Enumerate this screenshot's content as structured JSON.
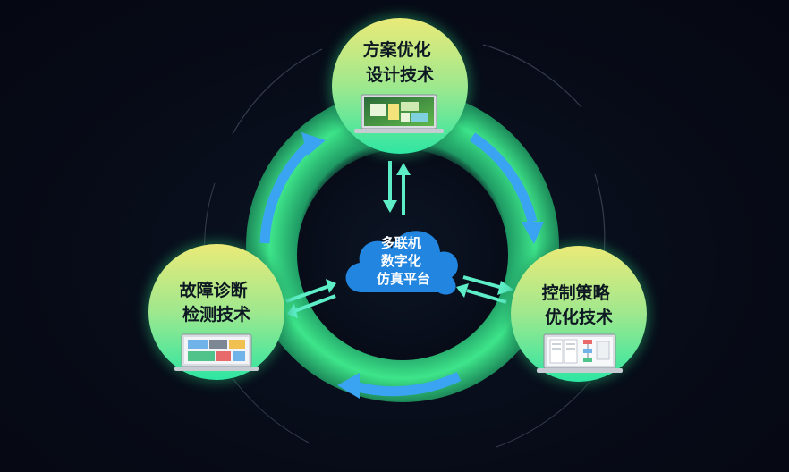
{
  "center": {
    "lines": [
      "多联机",
      "数字化",
      "仿真平台"
    ]
  },
  "nodes": {
    "top": {
      "lines": [
        "方案优化",
        "设计技术"
      ],
      "screen_icon": "laptop-layout-design-icon"
    },
    "left": {
      "lines": [
        "故障诊断",
        "检测技术"
      ],
      "screen_icon": "laptop-diagnostics-dashboard-icon"
    },
    "right": {
      "lines": [
        "控制策略",
        "优化技术"
      ],
      "screen_icon": "laptop-document-flowchart-icon"
    }
  },
  "colors": {
    "background": "#070b17",
    "ring_green": "#3ee58a",
    "cycle_arrow_blue": "#3aa3f2",
    "exchange_arrow_teal": "#5eeec7",
    "cloud_blue": "#2286e0",
    "node_gradient_top": "#e8e873",
    "node_gradient_bottom": "#2ee6a2"
  }
}
